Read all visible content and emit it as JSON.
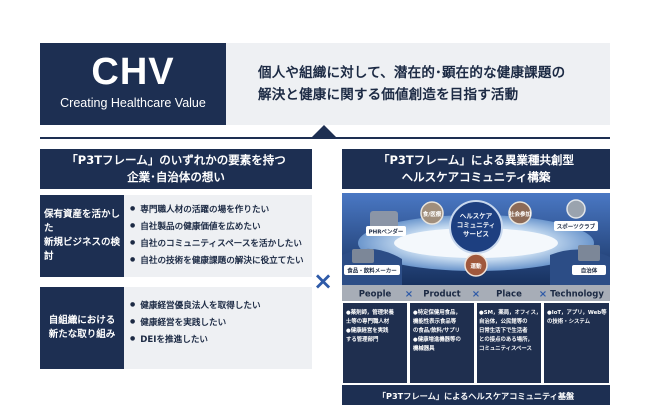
{
  "header": {
    "logo_title": "CHV",
    "logo_subtitle": "Creating Healthcare Value",
    "tagline_line1": "個人や組織に対して、潜在的･顕在的な健康課題の",
    "tagline_line2": "解決と健康に関する価値創造を目指す活動"
  },
  "left": {
    "heading_line1": "「P3Tフレーム」のいずれかの要素を持つ",
    "heading_line2": "企業･自治体の想い",
    "rows": [
      {
        "label_line1": "保有資産を活かした",
        "label_line2": "新規ビジネスの検討",
        "items": [
          "専門職人材の活躍の場を作りたい",
          "自社製品の健康価値を広めたい",
          "自社のコミュニティスペースを活かしたい",
          "自社の技術を健康課題の解決に役立てたい"
        ]
      },
      {
        "label_line1": "自組織における",
        "label_line2": "新たな取り組み",
        "items": [
          "健康経営優良法人を取得したい",
          "健康経営を実践したい",
          "DEIを推進したい"
        ]
      }
    ]
  },
  "cross_symbol": "×",
  "right": {
    "heading_line1": "「P3Tフレーム」による異業種共創型",
    "heading_line2": "ヘルスケアコミュニティ構築",
    "center_line1": "ヘルスケア",
    "center_line2": "コミュニティ",
    "center_line3": "サービス",
    "nodes": {
      "phr": "PHRベンダー",
      "food_medical": "食/医療",
      "social": "社会参加",
      "sports": "スポーツクラブ",
      "food_maker": "食品・飲料メーカー",
      "exercise": "運動",
      "municipality": "自治体"
    },
    "pillars": [
      {
        "name": "People",
        "lines": [
          "●薬剤師，管理栄養",
          "士等の専門職人材",
          "●健康経営を実践",
          "する管理部門"
        ]
      },
      {
        "name": "Product",
        "lines": [
          "●特定保健用食品，",
          "機能性表示食品等",
          "の食品/飲料/サプリ",
          "●健康増進機器等の",
          "機械器具"
        ]
      },
      {
        "name": "Place",
        "lines": [
          "●SM，薬局，オフィス，",
          "自治体，公民館等の",
          "日常生活下で生活者",
          "との接点のある場所，",
          "コミュニティスペース"
        ]
      },
      {
        "name": "Technology",
        "lines": [
          "●IoT，アプリ，Web等",
          "の技術・システム"
        ]
      }
    ],
    "pillar_separator": "×",
    "base_label": "「P3Tフレーム」によるヘルスケアコミュニティ基盤"
  },
  "colors": {
    "navy": "#1d2f52",
    "light_band": "#eef0f3",
    "accent_blue": "#2e5aa8",
    "pillar_gray": "#a7adb7",
    "pillar_body": "#1f2f4f"
  }
}
